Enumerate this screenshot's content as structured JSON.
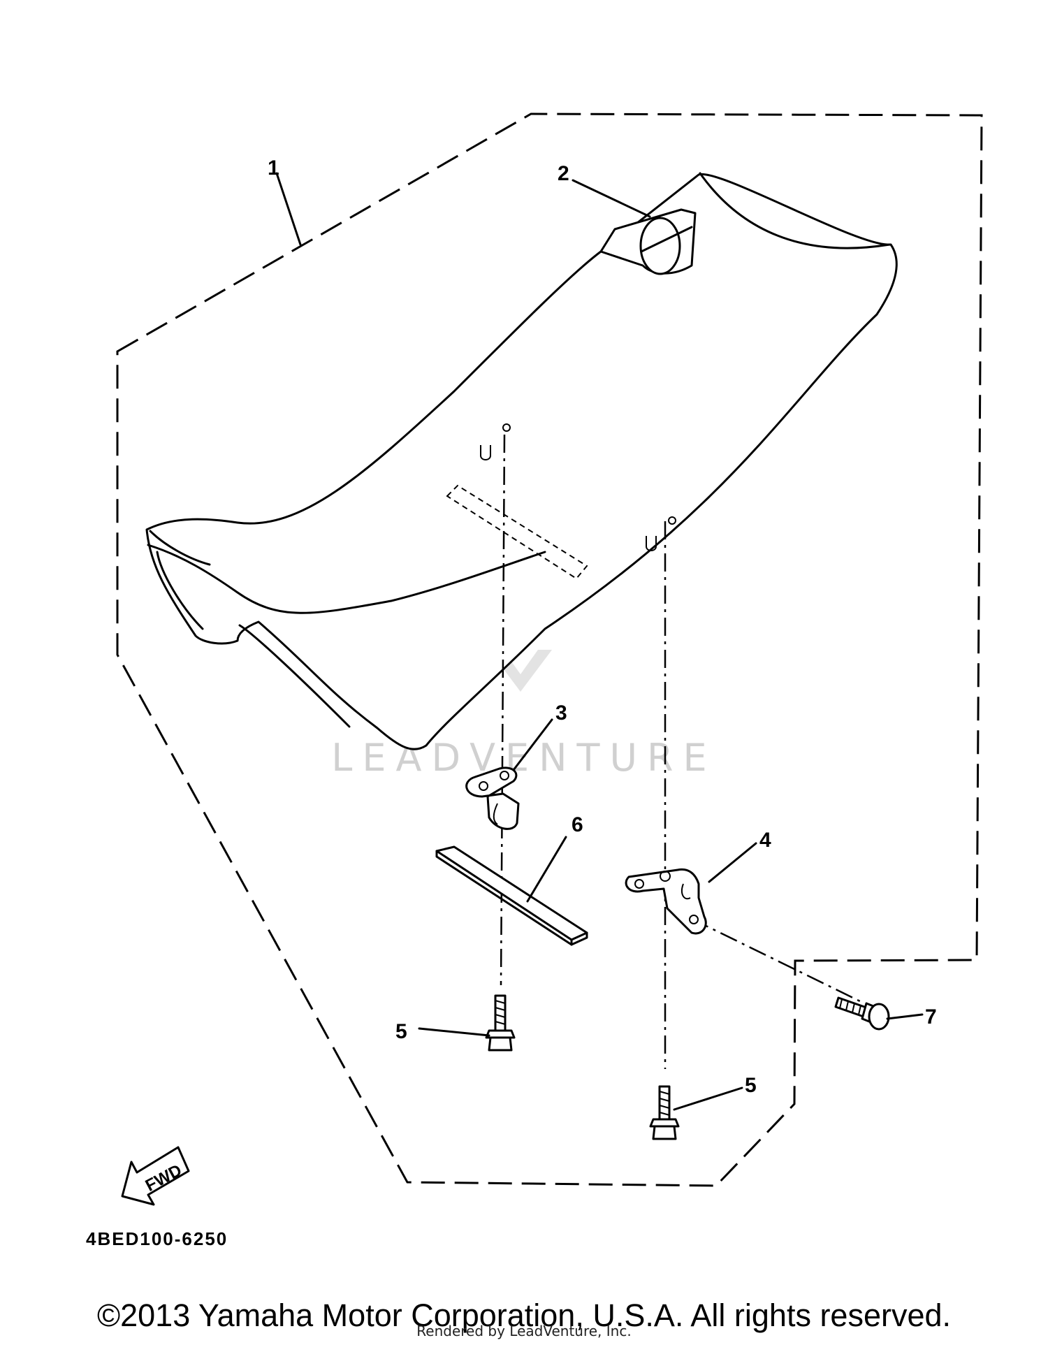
{
  "callouts": {
    "c1": "1",
    "c2": "2",
    "c3": "3",
    "c4": "4",
    "c5a": "5",
    "c5b": "5",
    "c6": "6",
    "c7": "7"
  },
  "fwd_label": "FWD",
  "diagram_code": "4BED100-6250",
  "watermark": "LEADVENTURE",
  "copyright": "©2013 Yamaha Motor Corporation, U.S.A. All rights reserved.",
  "rendered_by": "Rendered by LeadVenture, Inc."
}
